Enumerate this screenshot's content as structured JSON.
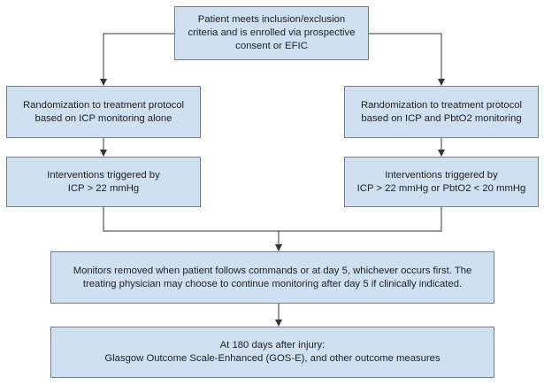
{
  "colors": {
    "box_fill": "#cfe0f3",
    "box_border": "#6f8092",
    "connector": "#333333"
  },
  "boxes": {
    "enroll": "Patient meets inclusion/exclusion\ncriteria and is enrolled via prospective\nconsent or EFIC",
    "rand_left": "Randomization to treatment protocol\nbased on ICP monitoring alone",
    "rand_right": "Randomization to treatment protocol\nbased on ICP and PbtO2 monitoring",
    "int_left": "Interventions triggered by\nICP > 22 mmHg",
    "int_right": "Interventions triggered by\nICP > 22 mmHg or PbtO2 < 20 mmHg",
    "monitor": "Monitors removed when patient follows commands or at day 5, whichever occurs first. The\ntreating physician may choose to continue monitoring after day 5 if clinically indicated.",
    "outcome": "At 180 days after injury:\nGlasgow Outcome Scale-Enhanced (GOS-E), and other outcome measures"
  }
}
